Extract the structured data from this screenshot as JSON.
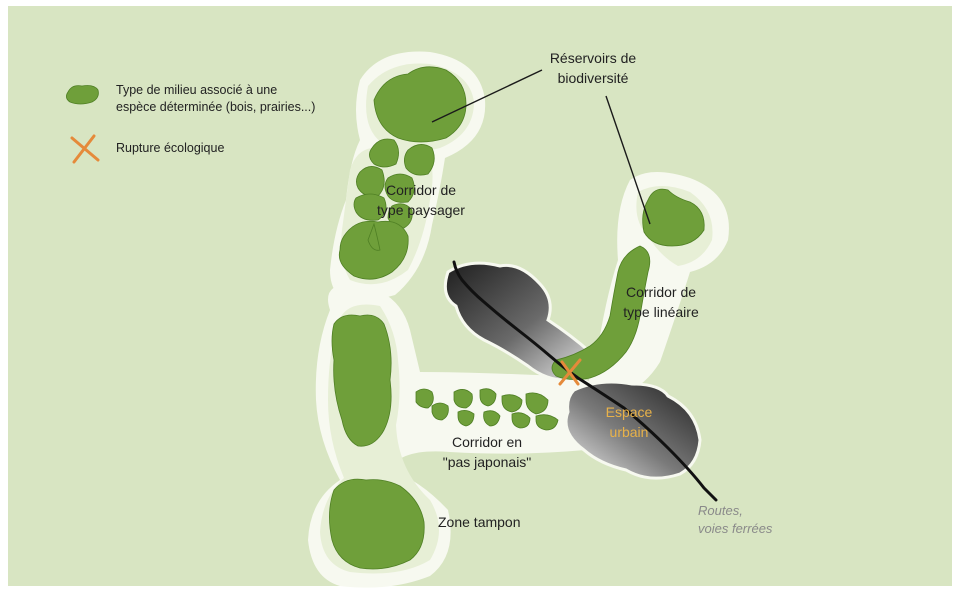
{
  "colors": {
    "background": "#d8e5c2",
    "halo": "#f7f9f0",
    "zone": "#e7efd6",
    "habitat": "#6f9f3a",
    "urban_dark": "#2c2c2c",
    "road": "#111111",
    "rupture": "#e58a3a",
    "urban_text": "#e8b24a",
    "roads_text": "#8a8a8a"
  },
  "legend": {
    "habitat": {
      "icon": "habitat-blob-icon",
      "line1": "Type de milieu associé à une",
      "line2": "espèce déterminée (bois, prairies...)"
    },
    "rupture": {
      "icon": "cross-icon",
      "label": "Rupture écologique"
    }
  },
  "labels": {
    "reservoirs": {
      "line1": "Réservoirs de",
      "line2": "biodiversité"
    },
    "corridor_paysager": {
      "line1": "Corridor de",
      "line2": "type paysager"
    },
    "corridor_lineaire": {
      "line1": "Corridor de",
      "line2": "type linéaire"
    },
    "corridor_pas_japonais": {
      "line1": "Corridor en",
      "line2": "\"pas japonais\""
    },
    "espace_urbain": {
      "line1": "Espace",
      "line2": "urbain"
    },
    "zone_tampon": "Zone tampon",
    "routes": {
      "line1": "Routes,",
      "line2": "voies ferrées"
    }
  }
}
